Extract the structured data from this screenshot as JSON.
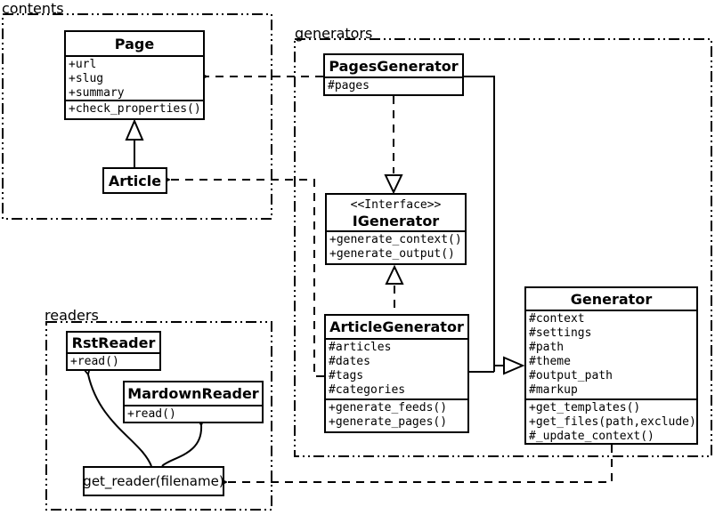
{
  "diagram": {
    "packages": [
      {
        "id": "contents",
        "label": "contents"
      },
      {
        "id": "generators",
        "label": "generators"
      },
      {
        "id": "readers",
        "label": "readers"
      }
    ],
    "classes": {
      "page": {
        "title": "Page",
        "attributes": [
          "+url",
          "+slug",
          "+summary"
        ],
        "methods": [
          "+check_properties()"
        ]
      },
      "article": {
        "title": "Article"
      },
      "pages_generator": {
        "title": "PagesGenerator",
        "attributes": [
          "#pages"
        ]
      },
      "igenerator": {
        "stereotype": "<<Interface>>",
        "title": "IGenerator",
        "methods": [
          "+generate_context()",
          "+generate_output()"
        ]
      },
      "article_generator": {
        "title": "ArticleGenerator",
        "attributes": [
          "#articles",
          "#dates",
          "#tags",
          "#categories"
        ],
        "methods": [
          "+generate_feeds()",
          "+generate_pages()"
        ]
      },
      "generator": {
        "title": "Generator",
        "attributes": [
          "#context",
          "#settings",
          "#path",
          "#theme",
          "#output_path",
          "#markup"
        ],
        "methods": [
          "+get_templates()",
          "+get_files(path,exclude)",
          "#_update_context()"
        ]
      },
      "rst_reader": {
        "title": "RstReader",
        "methods": [
          "+read()"
        ]
      },
      "mardown_reader": {
        "title": "MardownReader",
        "methods": [
          "+read()"
        ]
      },
      "get_reader": {
        "title": "get_reader(filename)"
      }
    },
    "relationships": [
      {
        "type": "generalization",
        "from": "Article",
        "to": "Page"
      },
      {
        "type": "dependency",
        "from": "PagesGenerator",
        "to": "Page"
      },
      {
        "type": "dependency",
        "from": "ArticleGenerator",
        "to": "Article"
      },
      {
        "type": "realization",
        "from": "PagesGenerator",
        "to": "IGenerator"
      },
      {
        "type": "realization",
        "from": "ArticleGenerator",
        "to": "IGenerator"
      },
      {
        "type": "generalization",
        "from": "PagesGenerator",
        "to": "Generator"
      },
      {
        "type": "generalization",
        "from": "ArticleGenerator",
        "to": "Generator"
      },
      {
        "type": "dependency",
        "from": "Generator",
        "to": "get_reader(filename)"
      },
      {
        "type": "association",
        "from": "get_reader(filename)",
        "to": "RstReader"
      },
      {
        "type": "association",
        "from": "get_reader(filename)",
        "to": "MardownReader"
      }
    ],
    "colors": {
      "line": "#000000",
      "background": "#ffffff",
      "box_fill": "#ffffff"
    }
  }
}
